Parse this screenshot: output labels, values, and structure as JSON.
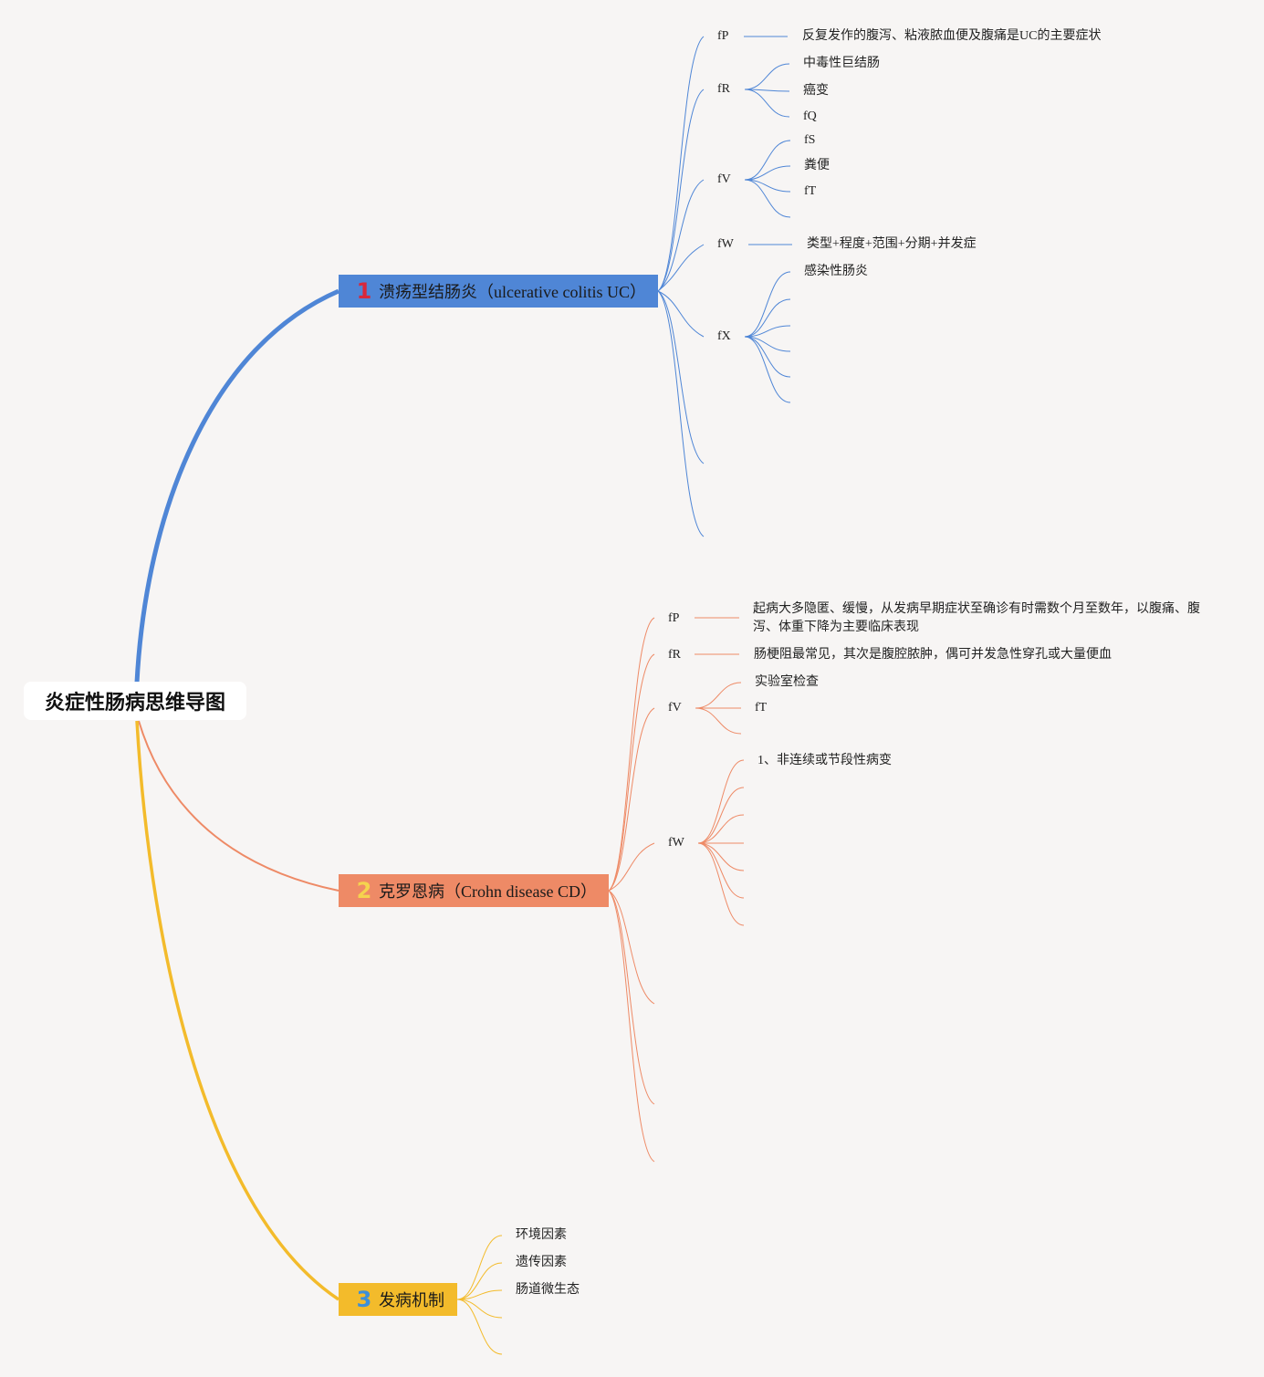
{
  "title": "炎症性肠病思维导图",
  "colors": {
    "uc": "#4f86d6",
    "cd": "#ee8a66",
    "mech": "#f3bb2b",
    "background": "#f7f5f4"
  },
  "uc": {
    "num": "1",
    "label": "溃疡型结肠炎（ulcerative colitis UC）",
    "fp": {
      "label": "fP",
      "note": "反复发作的腹泻、粘液脓血便及腹痛是UC的主要症状"
    },
    "fr": {
      "label": "fR",
      "items": [
        "中毒性巨结肠",
        "癌变",
        "fQ"
      ]
    },
    "fv": {
      "label": "fV",
      "items": [
        "fS",
        "粪便",
        "fT"
      ]
    },
    "fw": {
      "label": "fW",
      "note": "类型+程度+范围+分期+并发症"
    },
    "fx": {
      "label": "fX",
      "items": [
        "感染性肠炎"
      ]
    }
  },
  "cd": {
    "num": "2",
    "label": "克罗恩病（Crohn disease CD）",
    "fp": {
      "label": "fP",
      "note": "起病大多隐匿、缓慢，从发病早期症状至确诊有时需数个月至数年，以腹痛、腹泻、体重下降为主要临床表现"
    },
    "fr": {
      "label": "fR",
      "note": "肠梗阻最常见，其次是腹腔脓肿，偶可并发急性穿孔或大量便血"
    },
    "fv": {
      "label": "fV",
      "items": [
        "实验室检查",
        "fT"
      ]
    },
    "fw": {
      "label": "fW",
      "items": [
        "1、非连续或节段性病变"
      ]
    }
  },
  "mech": {
    "num": "3",
    "label": "发病机制",
    "items": [
      "环境因素",
      "遗传因素",
      "肠道微生态"
    ]
  }
}
